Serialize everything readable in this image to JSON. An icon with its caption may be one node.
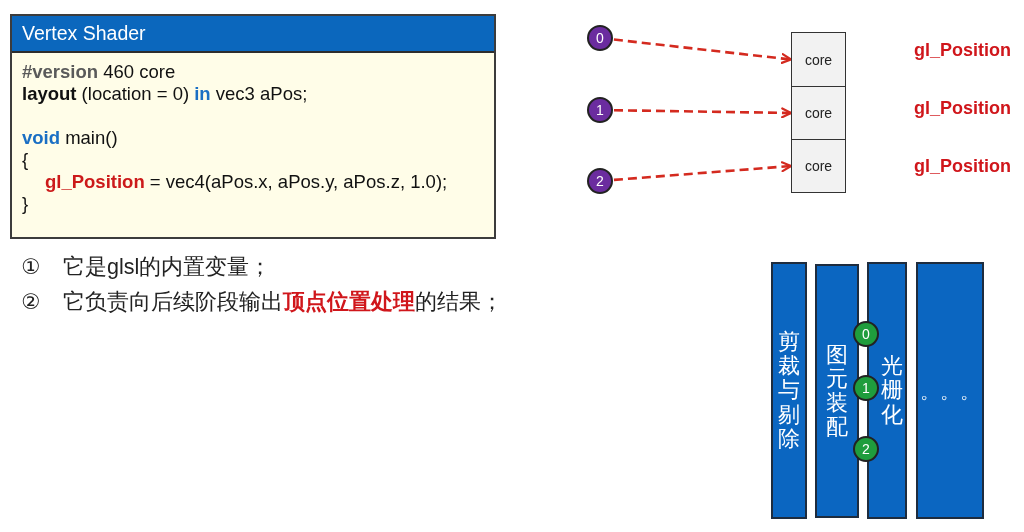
{
  "diagram": {
    "nodes": [
      {
        "text": [
          "Vertex Shader",
          "**#version** 460 core",
          "**layout** (location = 0) **in** vec3 aPos;",
          "**void** main()",
          "{",
          "**gl_Position** = vec4(aPos.x, aPos.y, aPos.z, 1.0);",
          "}"
        ]
      },
      {
        "text": [
          "0"
        ]
      },
      {
        "text": [
          "1"
        ]
      },
      {
        "text": [
          "2"
        ]
      },
      {
        "text": [
          "core"
        ],
        "beside": [
          "gl_Position"
        ]
      },
      {
        "text": [
          "core"
        ],
        "beside": [
          "gl_Position"
        ]
      },
      {
        "text": [
          "core"
        ],
        "beside": [
          "gl_Position"
        ]
      },
      {
        "text": [
          "剪裁与剔除"
        ]
      },
      {
        "text": [
          "图元装配"
        ]
      },
      {
        "text": [
          "光栅化"
        ]
      },
      {
        "text": [
          "0"
        ]
      },
      {
        "text": [
          "1"
        ]
      },
      {
        "text": [
          "2"
        ]
      },
      {
        "text": [
          "。。。"
        ]
      }
    ],
    "edges": [
      {
        "from": 1,
        "to": 4,
        "arrow": "to",
        "style": "dashed"
      },
      {
        "from": 2,
        "to": 5,
        "arrow": "to",
        "style": "dashed"
      },
      {
        "from": 3,
        "to": 6,
        "arrow": "to",
        "style": "dashed"
      }
    ],
    "labels": [
      "①",
      "它是glsl的内置变量；",
      "②",
      "它负责向后续阶段输出**顶点位置处理**的结果；"
    ]
  }
}
